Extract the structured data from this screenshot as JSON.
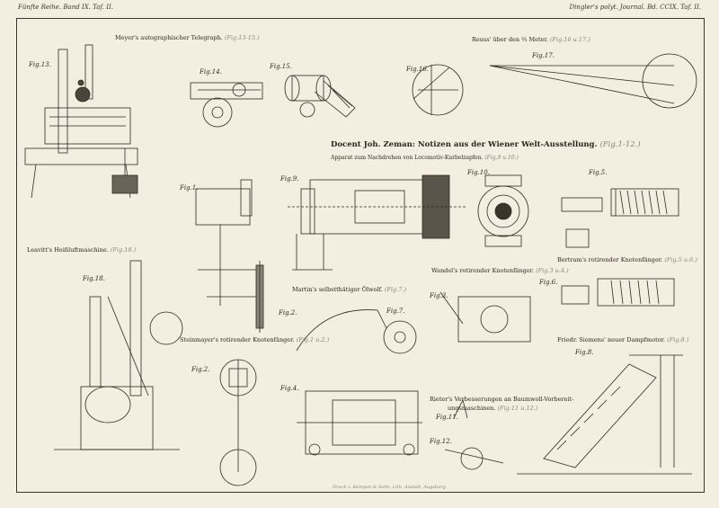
{
  "header": {
    "left": "Fünfte Reihe. Band IX. Taf. II.",
    "right": "Dingler's polyt. Journal. Bd. CCIX. Taf. II."
  },
  "captions": {
    "meyer": "Meyer's autographischer Telegraph.",
    "meyer_ref": "(Fig.13-15.)",
    "reuss": "Reuss' über den ⅔ Meter.",
    "reuss_ref": "(Fig.16 u.17.)",
    "main_title": "Docent Joh. Zeman: Notizen aus der Wiener Welt-Ausstellung.",
    "main_title_ref": "(Fig.1-12.)",
    "main_sub": "Apparat zum Nachdrehen von Locomotiv-Kurbelzapfen.",
    "main_sub_ref": "(Fig.9 u.10.)",
    "leavitt": "Leavitt's Heißluftmaschine.",
    "leavitt_ref": "(Fig.18.)",
    "bertram": "Bertram's rotirender Knotenfänger.",
    "bertram_ref": "(Fig.5 u.6.)",
    "wandel": "Wandel's rotirender Knotenfänger.",
    "wandel_ref": "(Fig.3 u.4.)",
    "martin": "Martin's selbstthätiger Ölwolf.",
    "martin_ref": "(Fig.7.)",
    "steinmayer": "Steinmayer's rotirender Knotenfänger.",
    "steinmayer_ref": "(Fig.1 u.2.)",
    "siemens": "Friedr. Siemens' neuer Dampfmotor.",
    "siemens_ref": "(Fig.8.)",
    "rieter_1": "Rieter's Verbesserungen an Baumwoll-Vorbereit-",
    "rieter_2": "ungsmaschinen.",
    "rieter_ref": "(Fig.11 u.12.)"
  },
  "figure_labels": {
    "f13": "Fig.13.",
    "f14": "Fig.14.",
    "f15": "Fig.15.",
    "f16": "Fig.16.",
    "f17": "Fig.17.",
    "f1": "Fig.1.",
    "f9": "Fig.9.",
    "f10": "Fig.10.",
    "f5": "Fig.5.",
    "f18": "Fig.18.",
    "f6": "Fig.6.",
    "f3": "Fig.3.",
    "f2": "Fig.2.",
    "f7": "Fig.7.",
    "f8": "Fig.8.",
    "f4": "Fig.4.",
    "f11": "Fig.11.",
    "f12": "Fig.12.",
    "f2b": "Fig.2."
  },
  "footer": "Druck v. Kempen & Sohn, Lith. Anstalt, Augsburg"
}
